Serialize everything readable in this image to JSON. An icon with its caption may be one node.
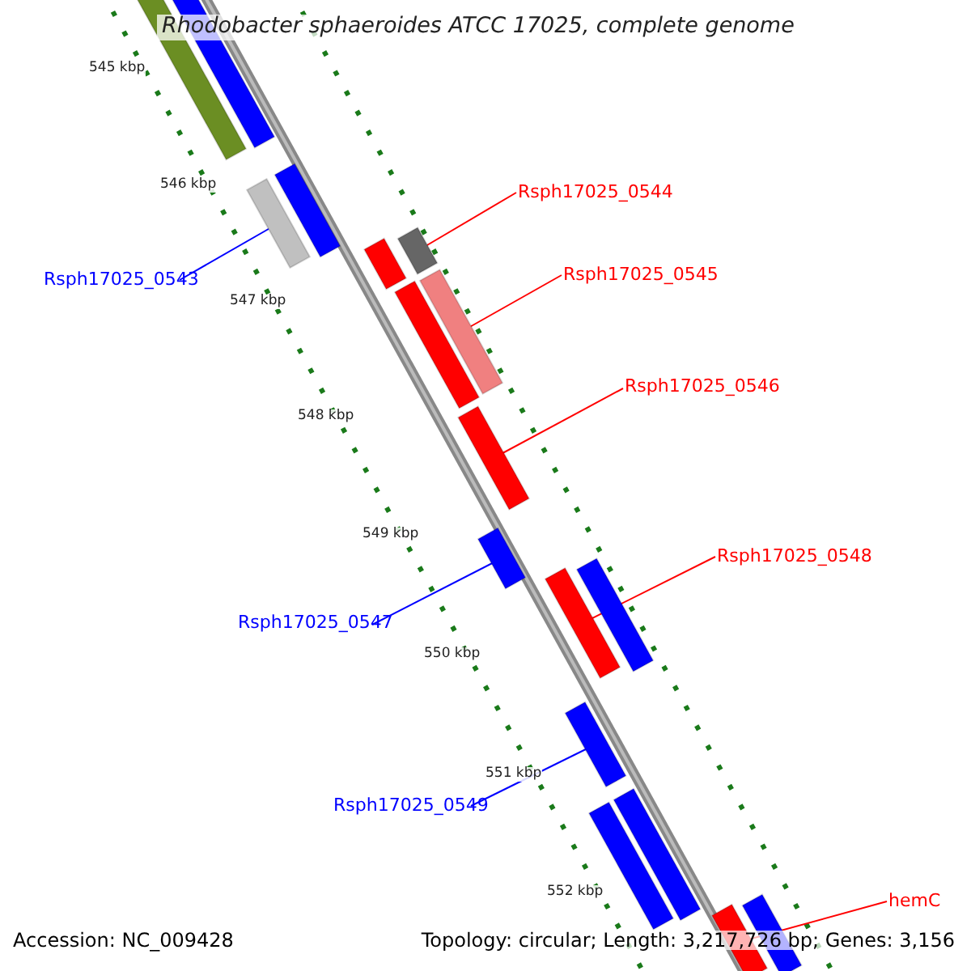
{
  "diagram": {
    "title": "Rhodobacter sphaeroides ATCC 17025, complete genome",
    "nodes": [
      {
        "text": [
          "Rsph17025_0543"
        ]
      },
      {
        "text": [
          "Rsph17025_0544"
        ]
      },
      {
        "text": [
          "Rsph17025_0545"
        ]
      },
      {
        "text": [
          "Rsph17025_0546"
        ]
      },
      {
        "text": [
          "Rsph17025_0547"
        ]
      },
      {
        "text": [
          "Rsph17025_0548"
        ]
      },
      {
        "text": [
          "Rsph17025_0549"
        ]
      },
      {
        "text": [
          "hemC"
        ]
      },
      {
        "text": [],
        "shape": "bar"
      },
      {
        "text": [],
        "shape": "bar"
      },
      {
        "text": [],
        "shape": "bar"
      },
      {
        "text": [],
        "shape": "bar"
      },
      {
        "text": [],
        "shape": "bar"
      },
      {
        "text": [],
        "shape": "bar"
      },
      {
        "text": [],
        "shape": "bar"
      },
      {
        "text": [],
        "shape": "bar"
      },
      {
        "text": [],
        "shape": "bar"
      },
      {
        "text": [],
        "shape": "bar"
      },
      {
        "text": [],
        "shape": "bar"
      },
      {
        "text": [],
        "shape": "bar"
      },
      {
        "text": [],
        "shape": "bar"
      },
      {
        "text": [],
        "shape": "bar"
      },
      {
        "text": [],
        "shape": "bar"
      },
      {
        "text": [],
        "shape": "bar"
      },
      {
        "text": [],
        "shape": "bar"
      }
    ],
    "edges": [
      {
        "from": 0,
        "to": 10,
        "arrow": "none",
        "color": "#0000ff"
      },
      {
        "from": 1,
        "to": 13,
        "arrow": "none"
      },
      {
        "from": 2,
        "to": 15,
        "arrow": "none"
      },
      {
        "from": 3,
        "to": 16,
        "arrow": "none"
      },
      {
        "from": 4,
        "to": 17,
        "arrow": "none",
        "color": "#0000ff"
      },
      {
        "from": 5,
        "to": 18,
        "arrow": "none"
      },
      {
        "from": 6,
        "to": 20,
        "arrow": "none",
        "color": "#0000ff"
      },
      {
        "from": 7,
        "to": 23,
        "arrow": "none"
      }
    ],
    "labels": [
      "545 kbp",
      "546 kbp",
      "547 kbp",
      "548 kbp",
      "549 kbp",
      "550 kbp",
      "551 kbp",
      "552 kbp",
      "Accession: NC_009428",
      "Topology: circular; Length: 3,217,726 bp; Genes: 3,156"
    ]
  }
}
